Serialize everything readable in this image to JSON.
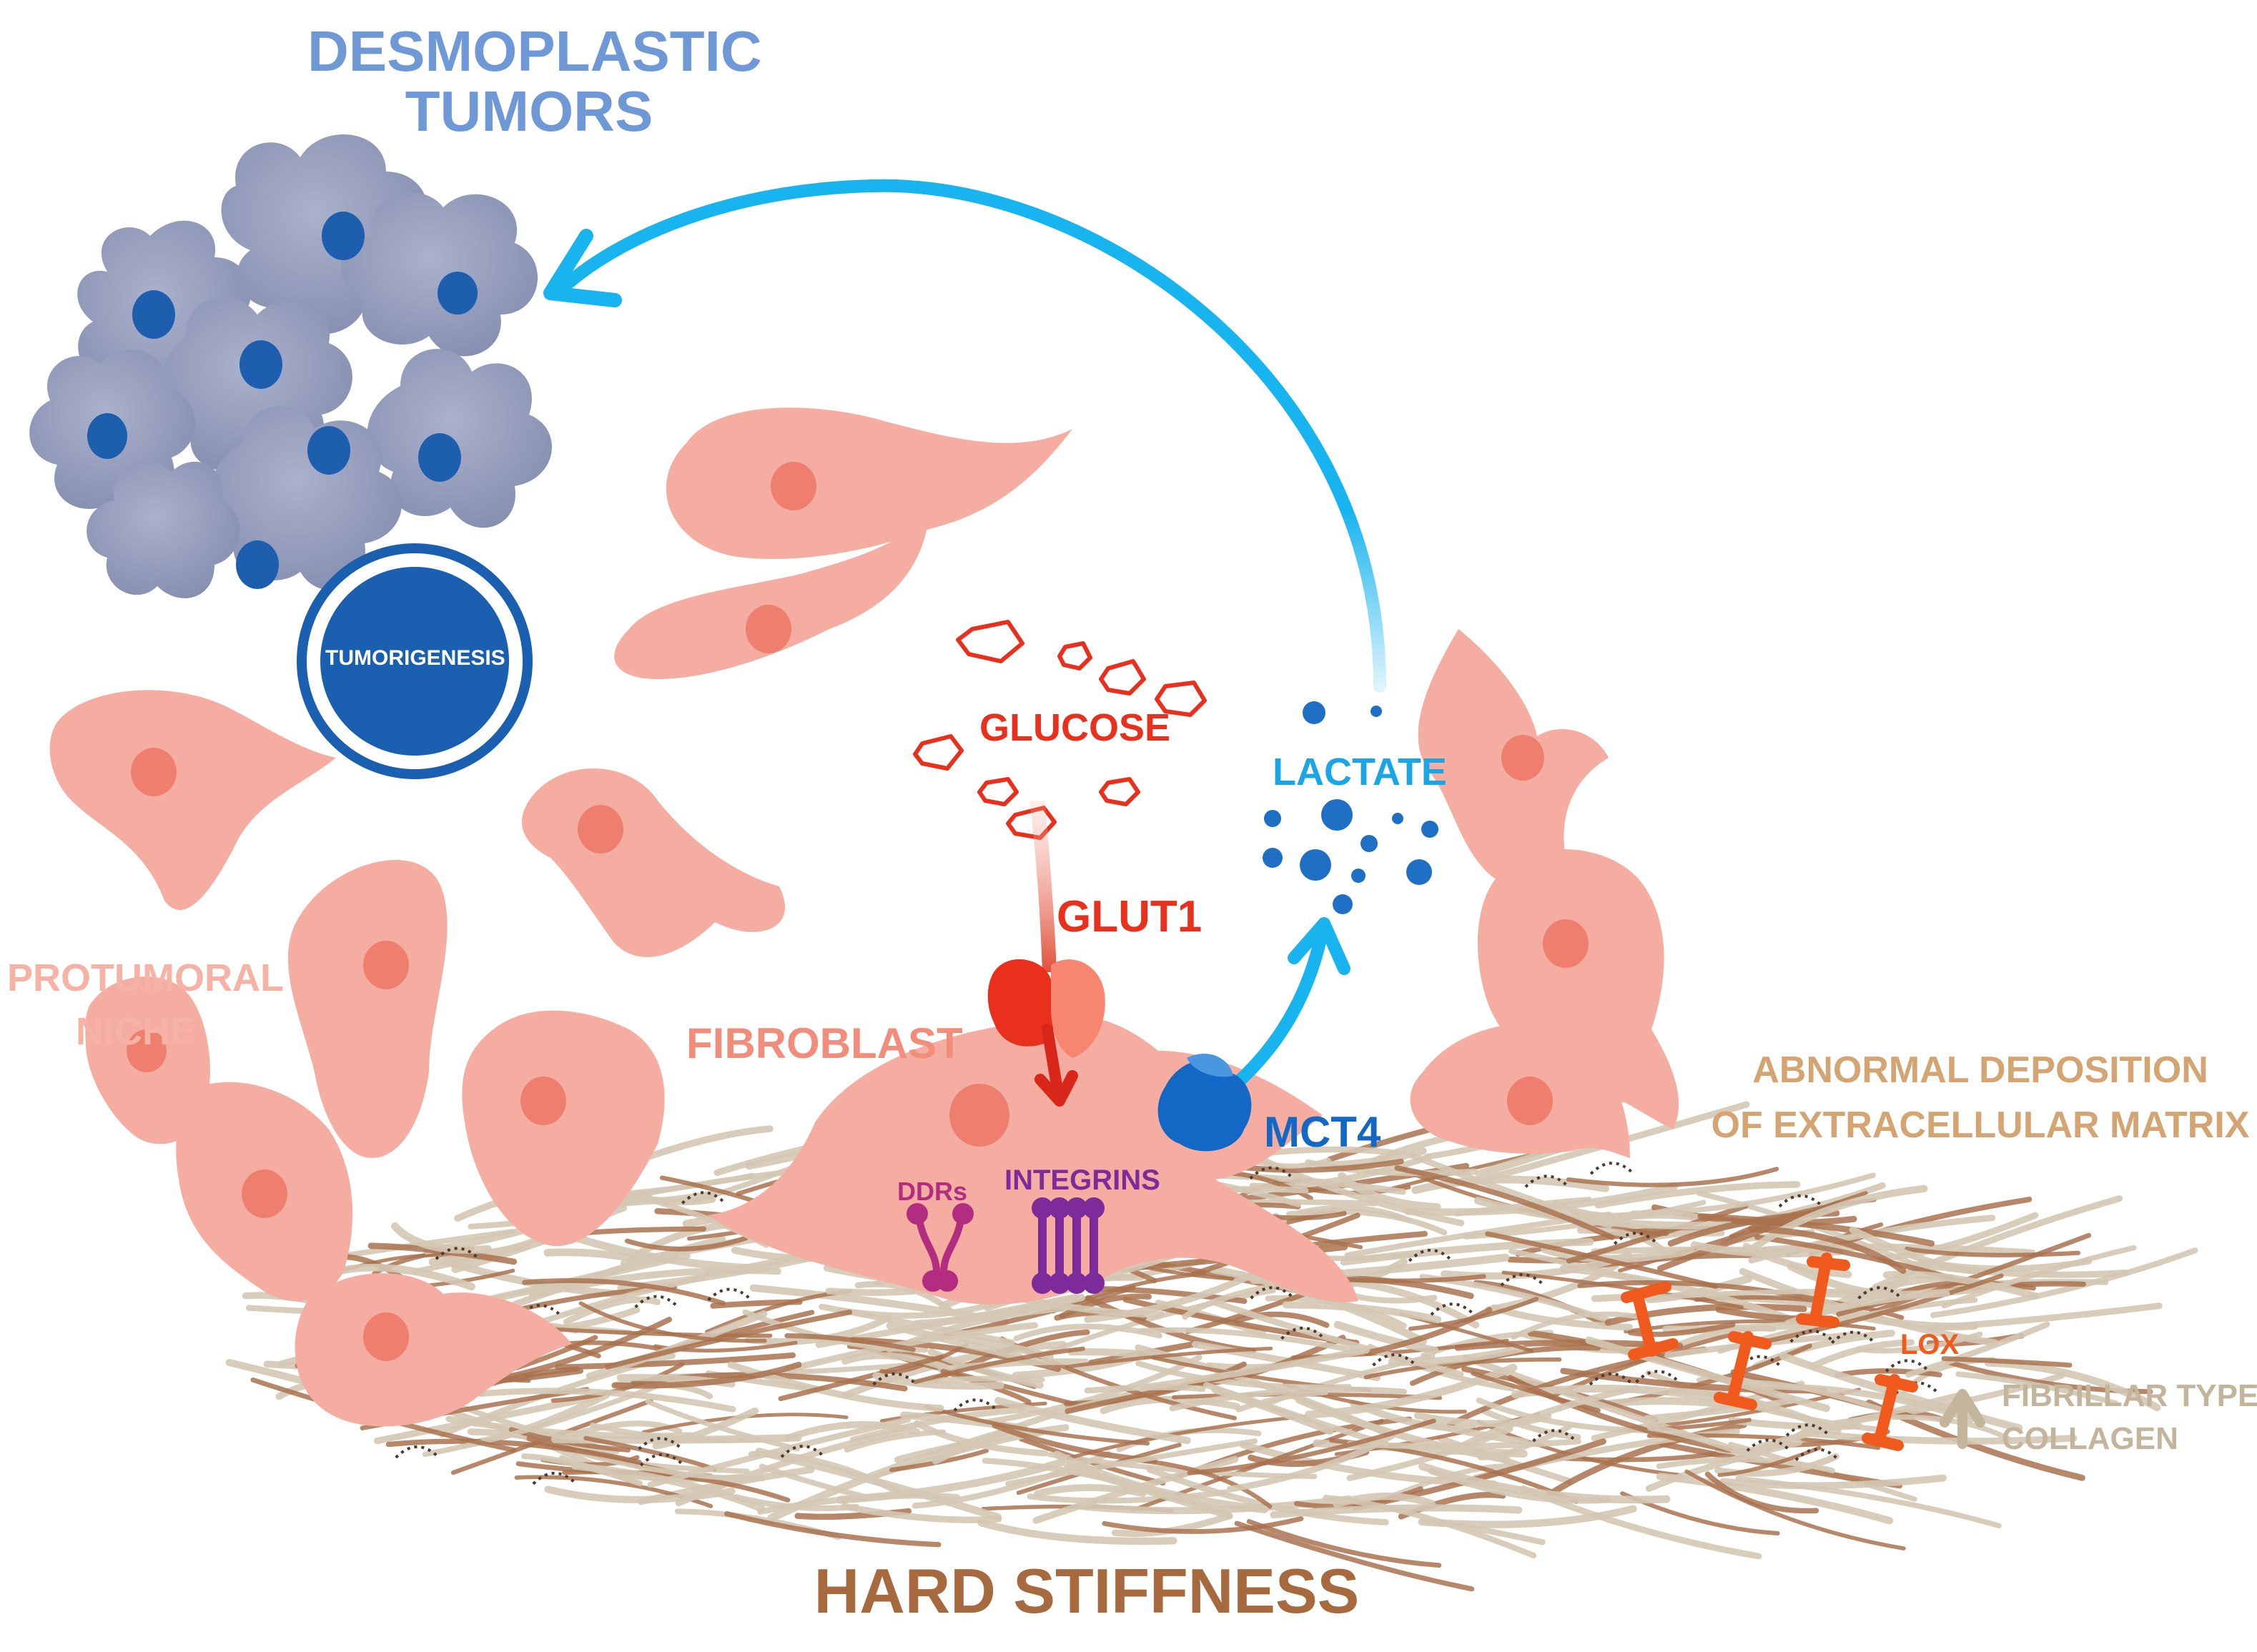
{
  "labels": {
    "title_line1": "DESMOPLASTIC",
    "title_line2": "TUMORS",
    "tumorigenesis": "TUMORIGENESIS",
    "glucose": "GLUCOSE",
    "glut1": "GLUT1",
    "lactate": "LACTATE",
    "mct4": "MCT4",
    "fibroblast": "FIBROBLAST",
    "protumoral_line1": "PROTUMORAL",
    "protumoral_line2": "NICHE",
    "ddrs": "DDRs",
    "integrins": "INTEGRINS",
    "ecm_line1": "ABNORMAL DEPOSITION",
    "ecm_line2": "OF EXTRACELLULAR MATRIX",
    "lox": "LOX",
    "collagen_line1": "FIBRILLAR TYPE I",
    "collagen_line2": "COLLAGEN",
    "hard_stiffness": "HARD STIFFNESS"
  },
  "colors": {
    "title": "#6f98d6",
    "tumor_cell": "#8f97b8",
    "tumor_nucleus": "#1d5fae",
    "tumorigenesis_fill": "#1a5fb0",
    "fibroblast": "#f6ada1",
    "fibroblast_nucleus": "#ee7f6f",
    "glucose": "#e8301d",
    "lactate": "#1aa6e6",
    "lactate_dots": "#1f6fc4",
    "mct4": "#1268c4",
    "arrow": "#18b4ef",
    "ddrs": "#b22d80",
    "integrins": "#7d2a9a",
    "ecm_text": "#d4a573",
    "lox": "#f05a1c",
    "collagen_text": "#c3b49c",
    "collagen_light": "#d4c7b2",
    "collagen_dark": "#a9724f",
    "hard_stiffness": "#a66a3e",
    "protumoral": "#f6b2a5"
  }
}
